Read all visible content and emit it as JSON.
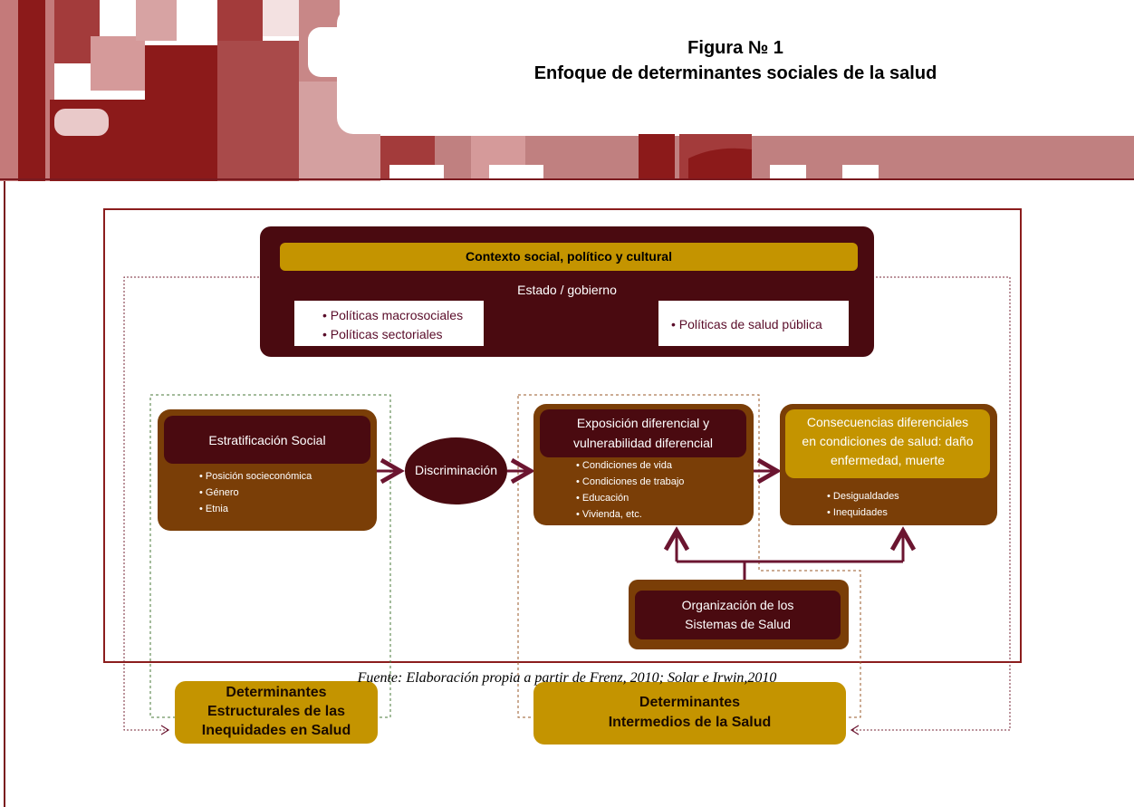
{
  "figure": {
    "number": "Figura № 1",
    "title": "Enfoque de determinantes sociales de la salud"
  },
  "context": {
    "title": "Contexto social, político y cultural",
    "state": "Estado / gobierno",
    "policies_left": [
      "• Políticas macrosociales",
      "• Políticas sectoriales"
    ],
    "policies_right": "• Políticas de salud pública"
  },
  "stratification": {
    "title": "Estratificación Social",
    "items": [
      "• Posición socieconómica",
      "• Género",
      "• Etnia"
    ]
  },
  "discrimination": "Discriminación",
  "exposure": {
    "title_lines": [
      "Exposición diferencial y",
      "vulnerabilidad diferencial"
    ],
    "items": [
      "• Condiciones de vida",
      "• Condiciones de trabajo",
      "• Educación",
      "• Vivienda, etc."
    ]
  },
  "consequences": {
    "title_lines": [
      "Consecuencias diferenciales",
      "en condiciones de salud: daño",
      "enfermedad, muerte"
    ],
    "items": [
      "• Desigualdades",
      "• Inequidades"
    ]
  },
  "health_systems": {
    "title_lines": [
      "Organización de los",
      "Sistemas de Salud"
    ]
  },
  "structural": {
    "lines": [
      "Determinantes",
      "Estructurales de las",
      "Inequidades en Salud"
    ]
  },
  "intermediate": {
    "lines": [
      "Determinantes",
      "Intermedios de la Salud"
    ]
  },
  "caption": "Fuente: Elaboración propia a partir de Frenz, 2010; Solar e Irwin,2010",
  "colors": {
    "dark_maroon": "#4a0a10",
    "brown": "#7a3e07",
    "gold": "#c49400",
    "arrow": "#6b1530",
    "frame": "#8b1d1d"
  }
}
